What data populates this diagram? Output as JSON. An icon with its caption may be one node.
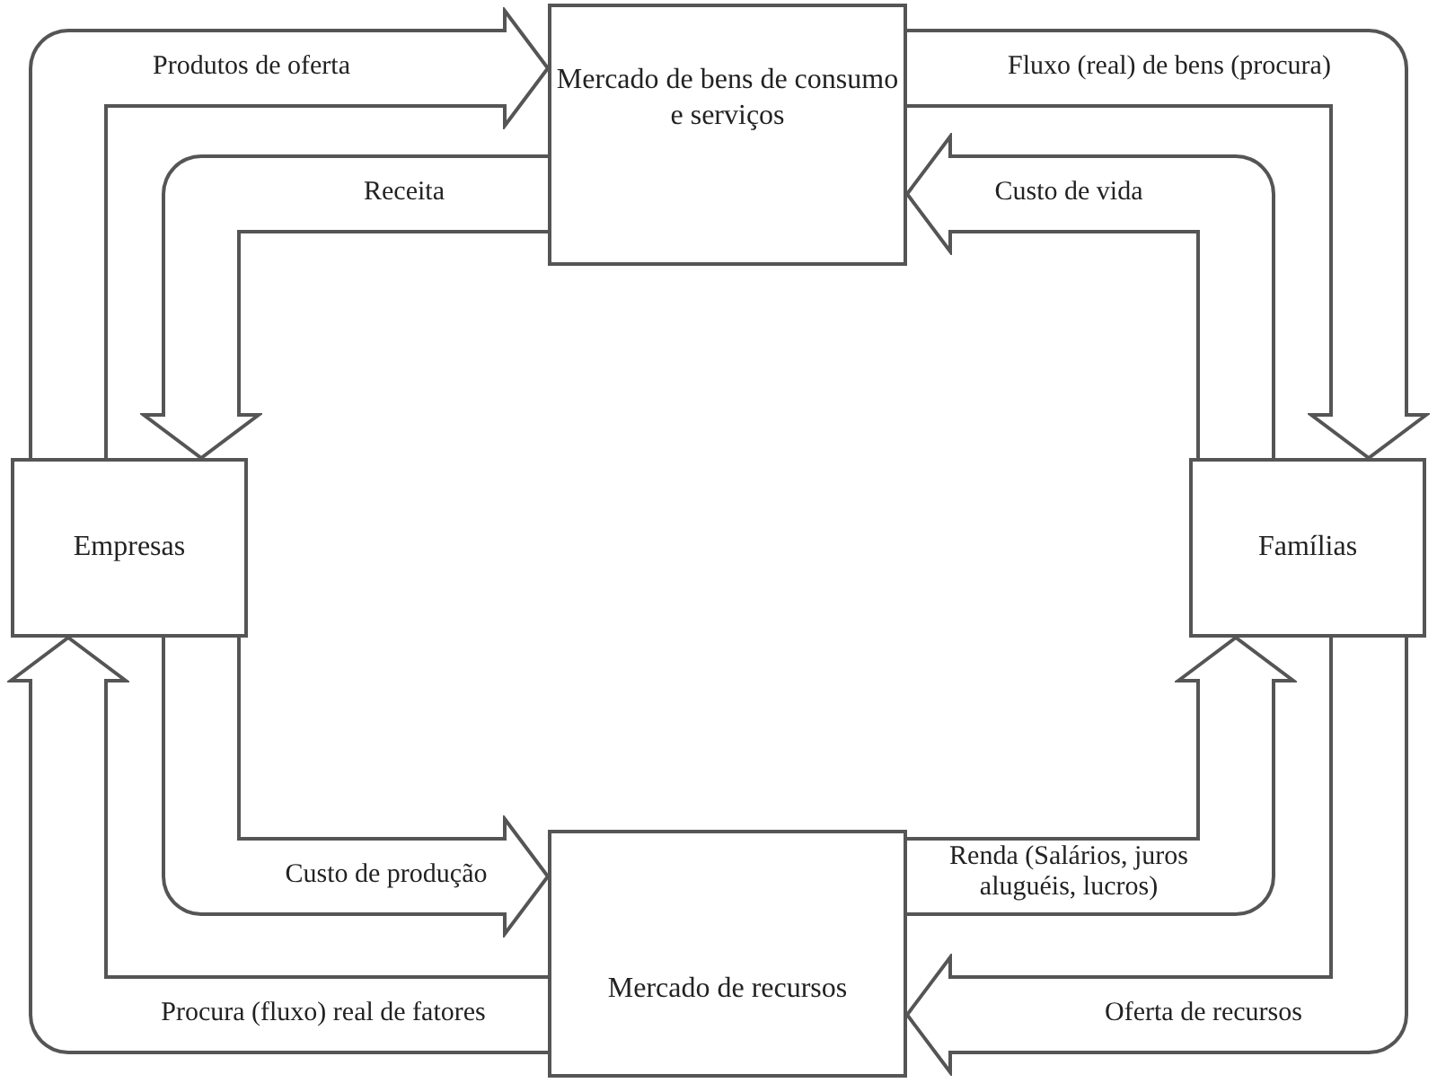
{
  "diagram": {
    "nodes": [
      {
        "text": [
          "Mercado de bens de consumo e serviços"
        ]
      },
      {
        "text": [
          "Empresas"
        ]
      },
      {
        "text": [
          "Famílias"
        ]
      },
      {
        "text": [
          "Mercado de recursos"
        ]
      }
    ],
    "edges": [
      {
        "from": 1,
        "to": 0,
        "arrow": "to",
        "label": "Produtos de oferta"
      },
      {
        "from": 0,
        "to": 2,
        "arrow": "to",
        "label": "Fluxo (real) de bens (procura)"
      },
      {
        "from": 2,
        "to": 0,
        "arrow": "to",
        "label": "Custo de vida"
      },
      {
        "from": 0,
        "to": 1,
        "arrow": "to",
        "label": "Receita"
      },
      {
        "from": 1,
        "to": 3,
        "arrow": "to",
        "label": "Custo de produção"
      },
      {
        "from": 3,
        "to": 2,
        "arrow": "to",
        "label": "Renda (Salários, juros aluguéis, lucros)"
      },
      {
        "from": 2,
        "to": 3,
        "arrow": "to",
        "label": "Oferta de recursos"
      },
      {
        "from": 3,
        "to": 1,
        "arrow": "to",
        "label": "Procura (fluxo) real de fatores"
      }
    ]
  }
}
